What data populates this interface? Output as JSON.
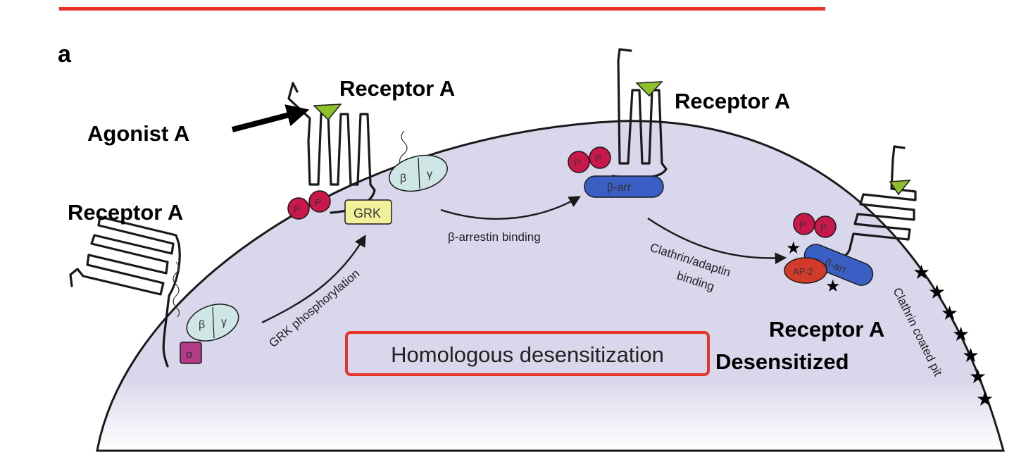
{
  "panel_label": "a",
  "receptor_label": "Receptor A",
  "agonist_label": "Agonist A",
  "desensitized_label": "Desensitized",
  "steps": {
    "grk": "GRK phosphorylation",
    "arrestin": "β-arrestin binding",
    "clathrin_line1": "Clathrin/adaptin",
    "clathrin_line2": "binding"
  },
  "proteins": {
    "grk": "GRK",
    "arrestin": "β-arr",
    "alpha": "α",
    "beta": "β",
    "gamma": "γ",
    "phospho": "P",
    "ap2": "AP-2"
  },
  "pit_label": "Clathrin coated pit",
  "boxed_title": "Homologous desensitization",
  "colors": {
    "top_rule": "#e8332a",
    "cell": "#d9d8ec",
    "highlight_box": "#e8332a",
    "agonist": "#8fbf2a",
    "phospho": "#c8174a",
    "grk": "#f2f09a",
    "arrestin": "#3a5fc4",
    "gbg": "#cfe6e6",
    "galpha": "#b43a8a",
    "ap2": "#d23a2a"
  }
}
